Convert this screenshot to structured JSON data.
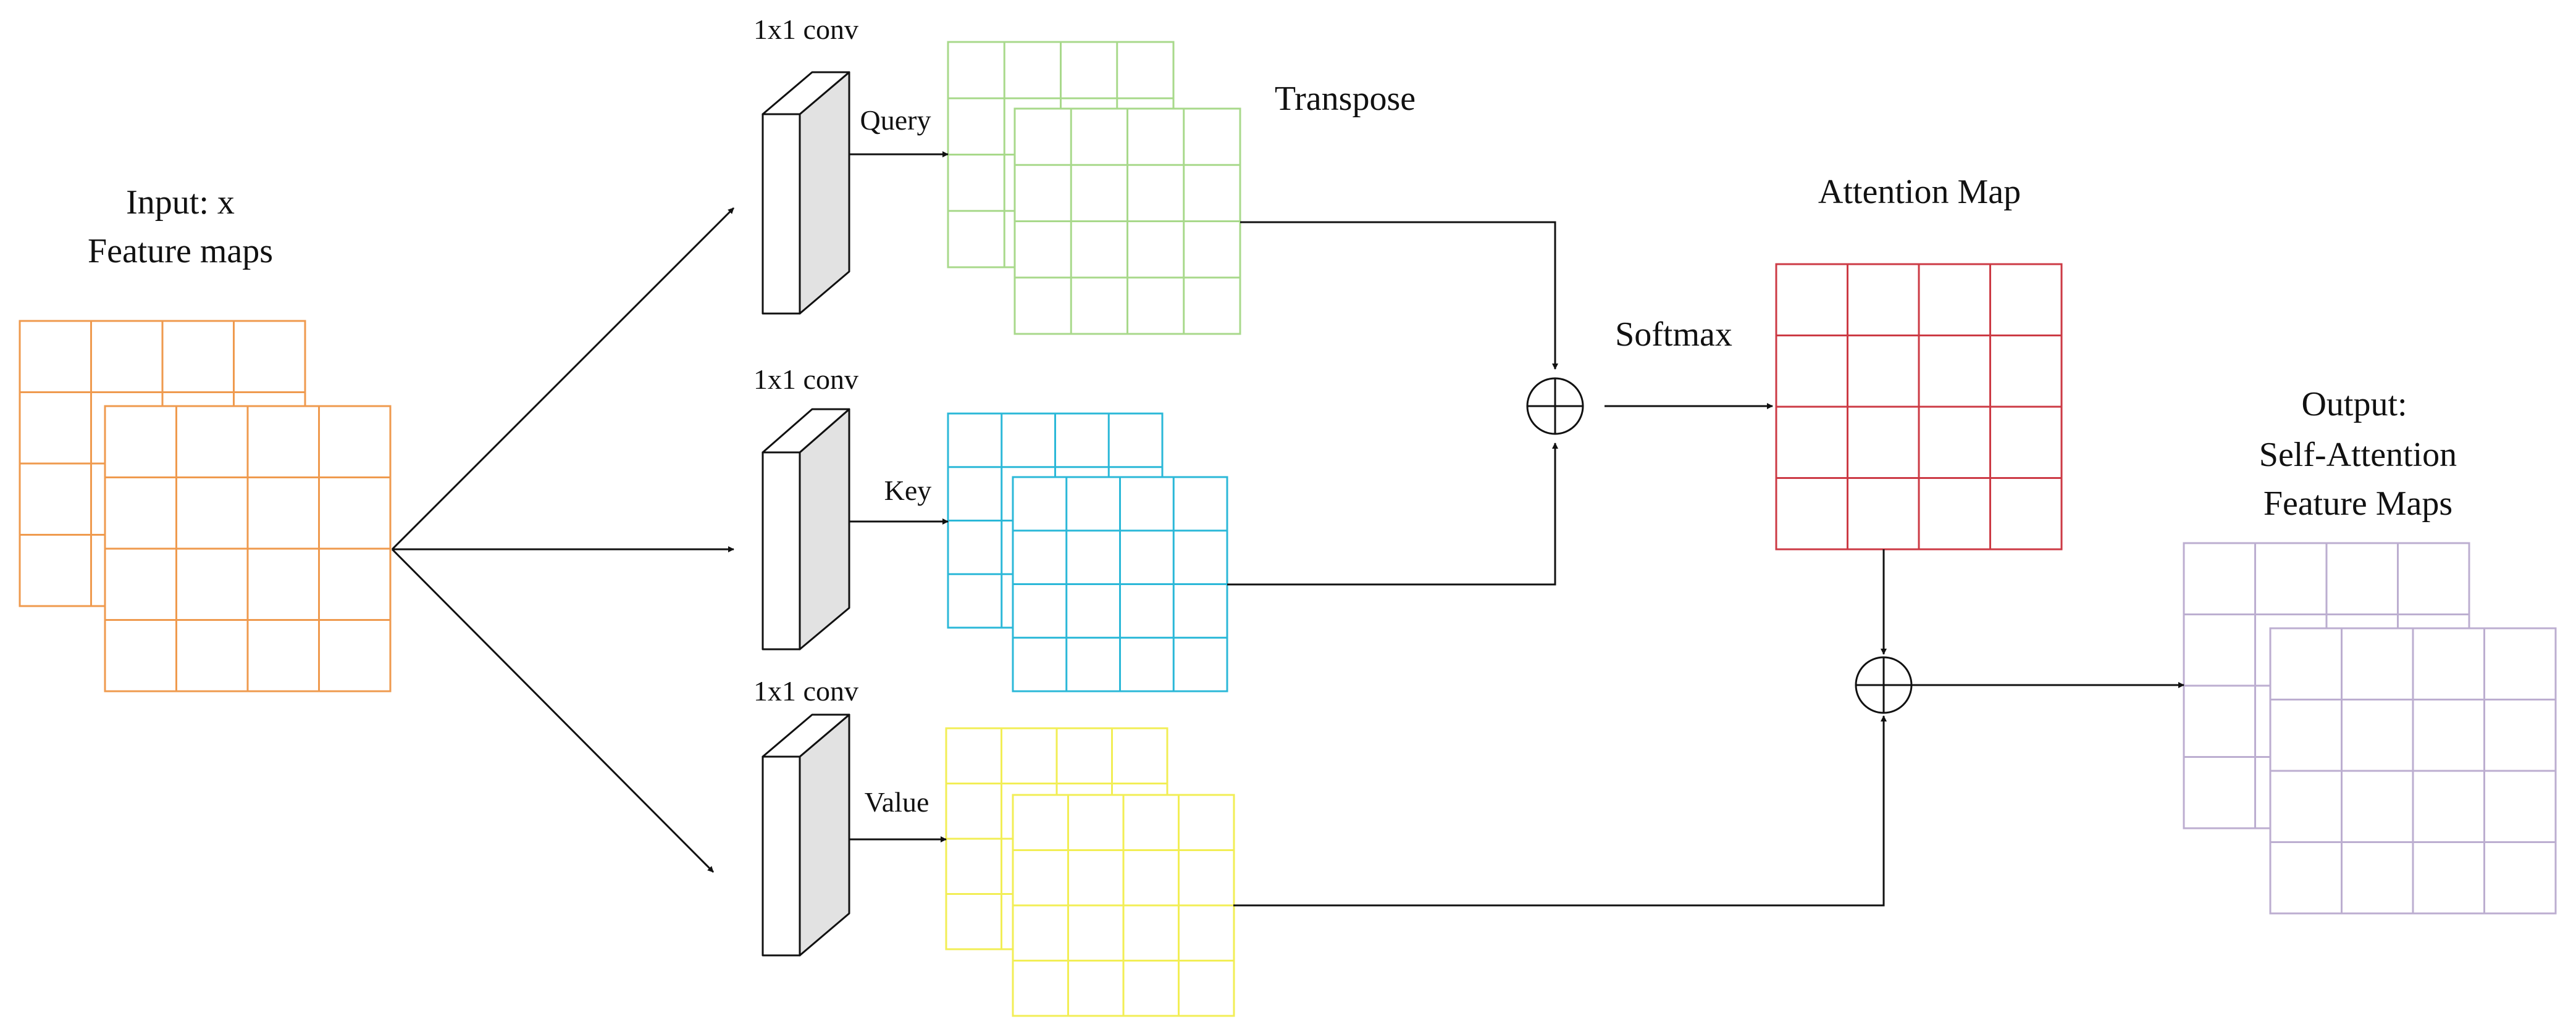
{
  "labels": {
    "input_line1": "Input:  x",
    "input_line2": "Feature maps",
    "conv_top": "1x1 conv",
    "conv_mid": "1x1 conv",
    "conv_bot": "1x1 conv",
    "query": "Query",
    "key": "Key",
    "value": "Value",
    "transpose": "Transpose",
    "softmax": "Softmax",
    "attention_map": "Attention Map",
    "output_line1": "Output:",
    "output_line2": "Self-Attention",
    "output_line3": "Feature Maps"
  },
  "colors": {
    "input": "#ef9a4e",
    "query": "#a8d98b",
    "key": "#2bb8d8",
    "value": "#f2ee55",
    "attention": "#cc3a44",
    "output": "#bcaed0",
    "conv_front": "#ffffff",
    "conv_side": "#e2e2e2",
    "stroke": "#111111"
  },
  "icons": {
    "operator": "circle-plus-icon"
  }
}
